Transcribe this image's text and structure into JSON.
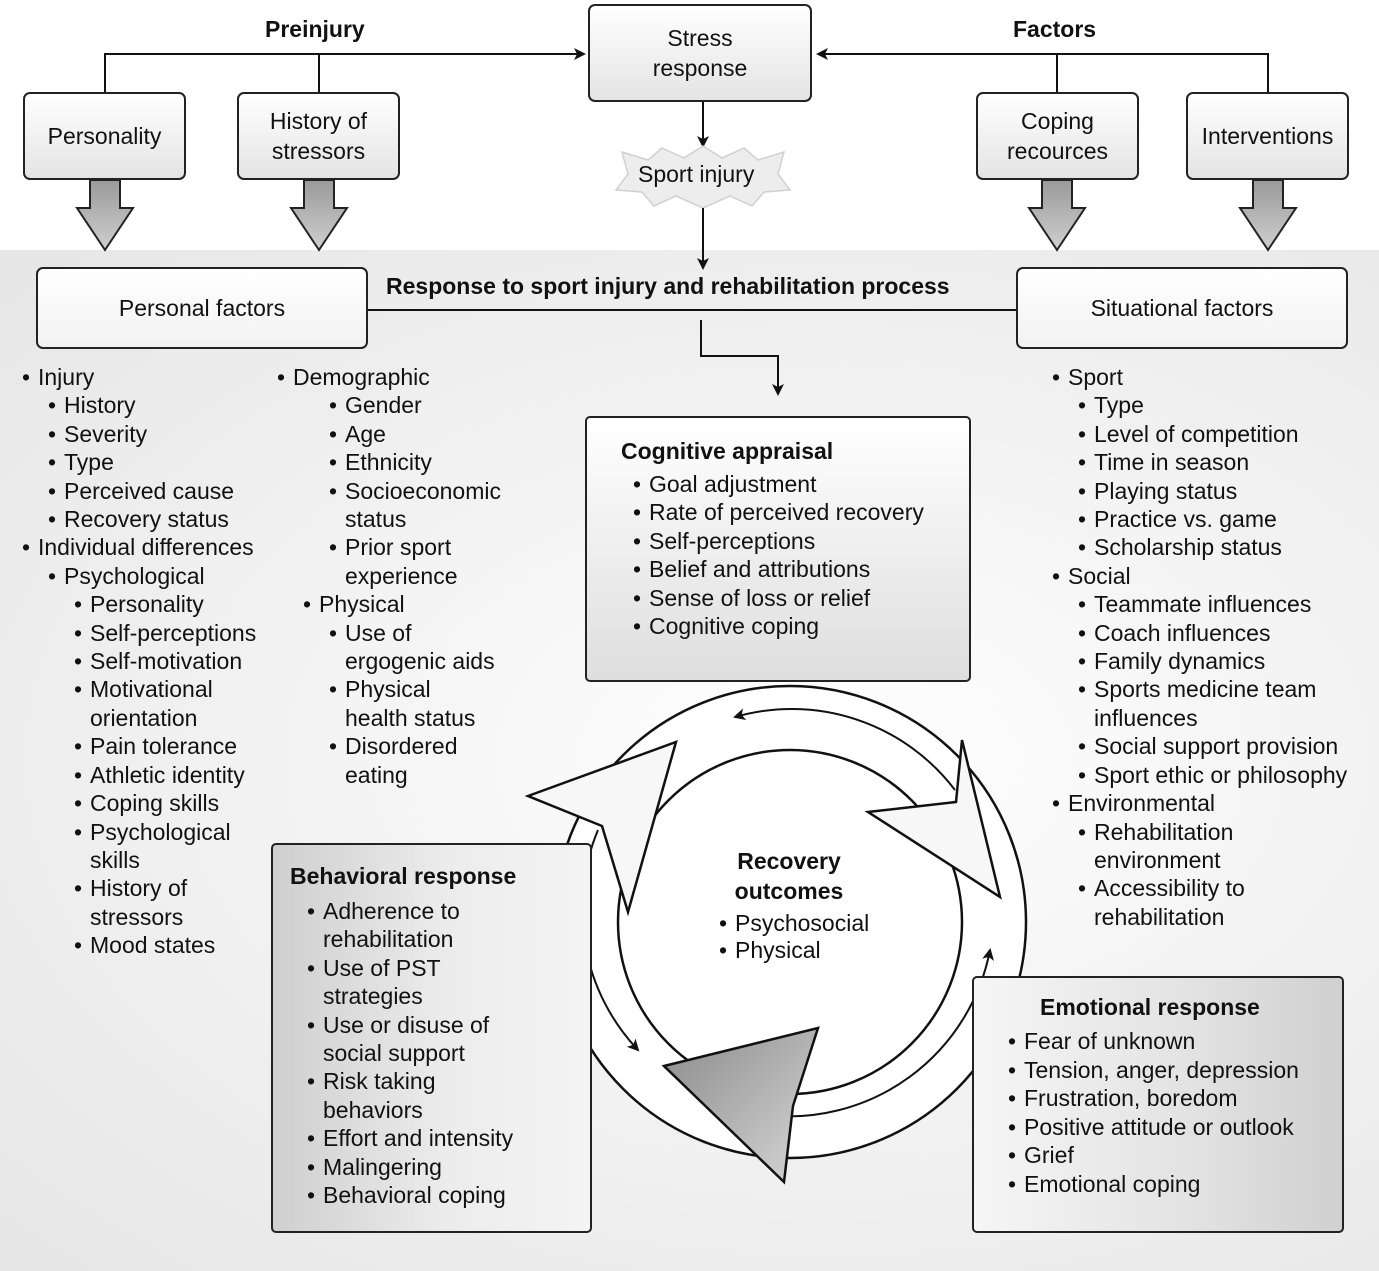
{
  "top": {
    "preinjury_heading": "Preinjury",
    "factors_heading": "Factors",
    "stress_response": "Stress response",
    "sport_injury": "Sport injury",
    "personality": "Personality",
    "history_of_stressors": "History of stressors",
    "coping_resources": "Coping recources",
    "interventions": "Interventions"
  },
  "process": {
    "heading": "Response to sport injury and rehabilitation process",
    "personal_factors": "Personal factors",
    "situational_factors": "Situational factors"
  },
  "personal_list_1": [
    {
      "text": "Injury",
      "level": 0
    },
    {
      "text": "History",
      "level": 1
    },
    {
      "text": "Severity",
      "level": 1
    },
    {
      "text": "Type",
      "level": 1
    },
    {
      "text": "Perceived cause",
      "level": 1
    },
    {
      "text": "Recovery status",
      "level": 1
    },
    {
      "text": "Individual differences",
      "level": 0
    },
    {
      "text": "Psychological",
      "level": 1
    },
    {
      "text": "Personality",
      "level": 2
    },
    {
      "text": "Self-perceptions",
      "level": 2
    },
    {
      "text": "Self-motivation",
      "level": 2
    },
    {
      "text": "Motivational orientation",
      "level": 2,
      "wrap": [
        "Motivational",
        "orientation"
      ]
    },
    {
      "text": "Pain tolerance",
      "level": 2
    },
    {
      "text": "Athletic identity",
      "level": 2
    },
    {
      "text": "Coping skills",
      "level": 2
    },
    {
      "text": "Psychological skills",
      "level": 2,
      "wrap": [
        "Psychological",
        "skills"
      ]
    },
    {
      "text": "History of stressors",
      "level": 2,
      "wrap": [
        "History of",
        "stressors"
      ]
    },
    {
      "text": "Mood states",
      "level": 2
    }
  ],
  "personal_list_2": [
    {
      "text": "Demographic",
      "level": 0
    },
    {
      "text": "Gender",
      "level": 2
    },
    {
      "text": "Age",
      "level": 2
    },
    {
      "text": "Ethnicity",
      "level": 2
    },
    {
      "text": "Socioeconomic status",
      "level": 2,
      "wrap": [
        "Socioeconomic",
        "status"
      ]
    },
    {
      "text": "Prior sport experience",
      "level": 2,
      "wrap": [
        "Prior sport",
        "experience"
      ]
    },
    {
      "text": "Physical",
      "level": 1
    },
    {
      "text": "Use of ergogenic aids",
      "level": 2,
      "wrap": [
        "Use of",
        "ergogenic aids"
      ]
    },
    {
      "text": "Physical health status",
      "level": 2,
      "wrap": [
        "Physical",
        "health status"
      ]
    },
    {
      "text": "Disordered eating",
      "level": 2,
      "wrap": [
        "Disordered",
        "eating"
      ]
    }
  ],
  "situational_list": [
    {
      "text": "Sport",
      "level": 0
    },
    {
      "text": "Type",
      "level": 1
    },
    {
      "text": "Level of competition",
      "level": 1
    },
    {
      "text": "Time in season",
      "level": 1
    },
    {
      "text": "Playing status",
      "level": 1
    },
    {
      "text": "Practice vs. game",
      "level": 1
    },
    {
      "text": "Scholarship status",
      "level": 1
    },
    {
      "text": "Social",
      "level": 0
    },
    {
      "text": "Teammate influences",
      "level": 1
    },
    {
      "text": "Coach influences",
      "level": 1
    },
    {
      "text": "Family dynamics",
      "level": 1
    },
    {
      "text": "Sports medicine team influences",
      "level": 1,
      "wrap": [
        "Sports medicine team",
        "influences"
      ]
    },
    {
      "text": "Social support provision",
      "level": 1
    },
    {
      "text": "Sport ethic or philosophy",
      "level": 1
    },
    {
      "text": "Environmental",
      "level": 0
    },
    {
      "text": "Rehabilitation environment",
      "level": 1,
      "wrap": [
        "Rehabilitation",
        "environment"
      ]
    },
    {
      "text": "Accessibility to rehabilitation",
      "level": 1,
      "wrap": [
        "Accessibility to",
        "rehabilitation"
      ]
    }
  ],
  "cognitive": {
    "title": "Cognitive appraisal",
    "items": [
      "Goal adjustment",
      "Rate of perceived recovery",
      "Self-perceptions",
      "Belief and attributions",
      "Sense of loss or relief",
      "Cognitive coping"
    ]
  },
  "behavioral": {
    "title": "Behavioral response",
    "items": [
      {
        "text": "Adherence to rehabilitation",
        "wrap": [
          "Adherence to",
          "rehabilitation"
        ]
      },
      {
        "text": "Use of PST strategies",
        "wrap": [
          "Use of PST",
          "strategies"
        ]
      },
      {
        "text": "Use or disuse of social support",
        "wrap": [
          "Use or disuse of",
          "social support"
        ]
      },
      {
        "text": "Risk taking behaviors",
        "wrap": [
          "Risk taking",
          "behaviors"
        ]
      },
      {
        "text": "Effort and intensity"
      },
      {
        "text": "Malingering"
      },
      {
        "text": "Behavioral coping"
      }
    ]
  },
  "emotional": {
    "title": "Emotional response",
    "items": [
      "Fear of unknown",
      "Tension, anger, depression",
      "Frustration, boredom",
      "Positive attitude or outlook",
      "Grief",
      "Emotional coping"
    ]
  },
  "recovery": {
    "title": "Recovery outcomes",
    "items": [
      "Psychosocial",
      "Physical"
    ]
  }
}
